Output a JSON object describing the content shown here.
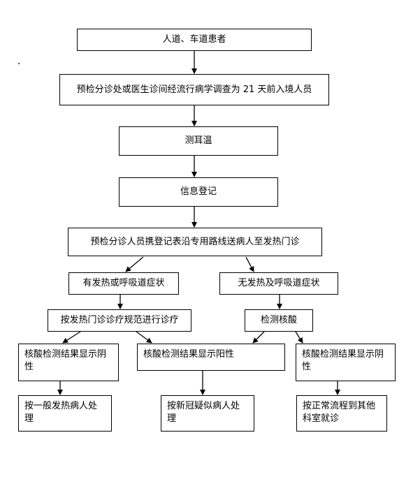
{
  "flowchart": {
    "step1": "人道、车道患者",
    "step2": "预检分诊处或医生诊间经流行病学调查为 21 天前入境人员",
    "step3": "测耳温",
    "step4": "信息登记",
    "step5": "预检分诊人员携登记表沿专用路线送病人至发热门诊",
    "left_branch": "有发热或呼吸道症状",
    "right_branch": "无发热及呼吸道症状",
    "left_action": "按发热门诊诊疗规范进行诊疗",
    "right_action": "检测核酸",
    "result_neg_left": "核酸检测结果显示阴性",
    "result_pos": "核酸检测结果显示阳性",
    "result_neg_right": "核酸检测结果显示阴性",
    "outcome_left": "按一般发热病人处理",
    "outcome_mid": "按新冠疑似病人处理",
    "outcome_right": "按正常流程到其他科室就诊"
  }
}
